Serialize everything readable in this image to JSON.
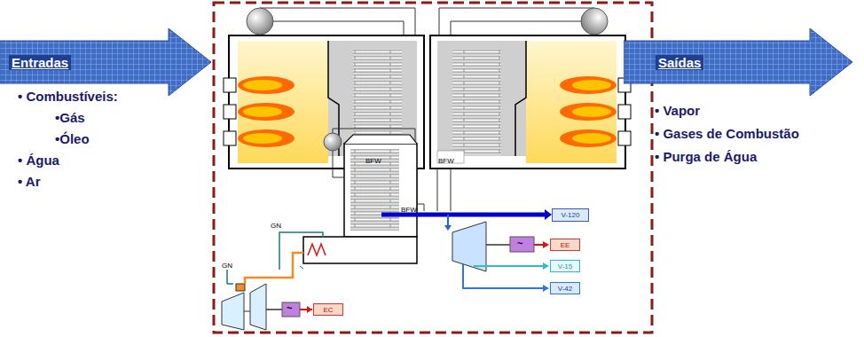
{
  "diagram": {
    "nodes": [
      {
        "text": [
          "Entradas"
        ]
      },
      {
        "text": [
          "Saídas"
        ]
      },
      {
        "text": [
          "V-120"
        ]
      },
      {
        "text": [
          "EE"
        ]
      },
      {
        "text": [
          "V-15"
        ]
      },
      {
        "text": [
          "V-42"
        ]
      },
      {
        "text": [
          "EC"
        ]
      }
    ],
    "labels": [
      "• Combustíveis:",
      "•Gás",
      "•Óleo",
      "• Água",
      "• Ar",
      "BFW",
      "BFW",
      "GN",
      "GN",
      "BFW",
      "~",
      "~",
      "• Vapor",
      "• Gases de Combustão",
      "• Purga de Água"
    ]
  }
}
